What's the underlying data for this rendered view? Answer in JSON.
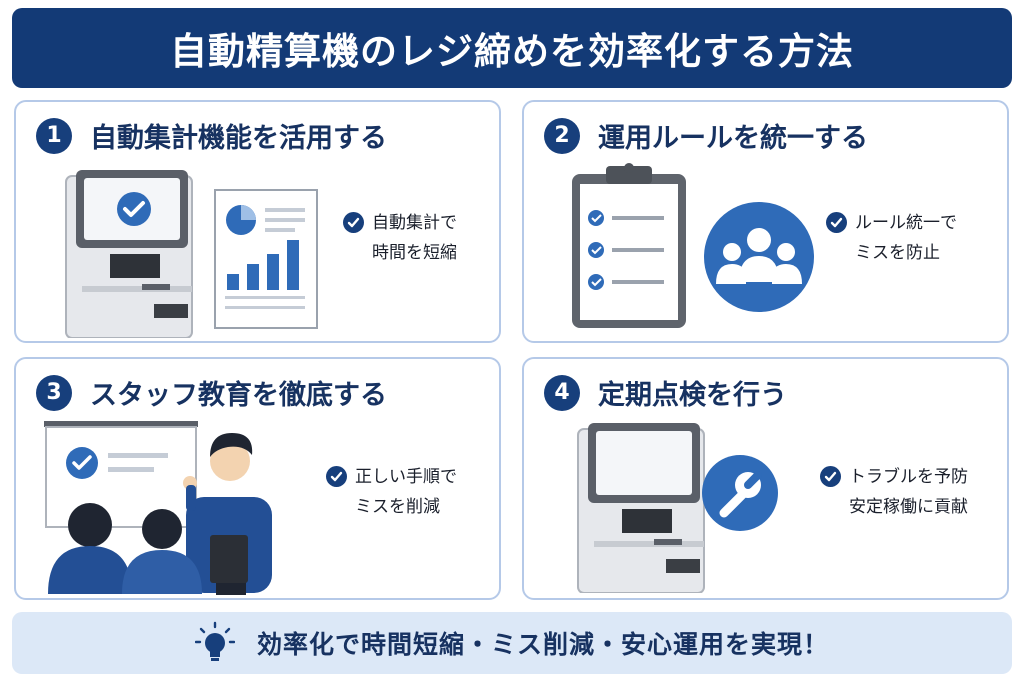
{
  "title": "自動精算機のレジ締めを効率化する方法",
  "cards": [
    {
      "number": "1",
      "title": "自動集計機能を活用する",
      "point_lines": [
        "自動集計で",
        "時間を短縮"
      ],
      "icons": [
        "kiosk-terminal",
        "report-chart"
      ]
    },
    {
      "number": "2",
      "title": "運用ルールを統一する",
      "point_lines": [
        "ルール統一で",
        "ミスを防止"
      ],
      "icons": [
        "checklist-clipboard",
        "team-people"
      ]
    },
    {
      "number": "3",
      "title": "スタッフ教育を徹底する",
      "point_lines": [
        "正しい手順で",
        "ミスを削減"
      ],
      "icons": [
        "presentation-board",
        "instructor",
        "trainees"
      ]
    },
    {
      "number": "4",
      "title": "定期点検を行う",
      "point_lines": [
        "トラブルを予防",
        "安定稼働に貢献"
      ],
      "icons": [
        "kiosk-terminal",
        "wrench"
      ]
    }
  ],
  "footer": {
    "icon": "lightbulb",
    "text": "効率化で時間短縮・ミス削減・安心運用を実現！"
  },
  "colors": {
    "navy": "#133a76",
    "accent_blue": "#2f6bb8",
    "card_border": "#b5c9e8",
    "footer_bg": "#dce8f7"
  }
}
